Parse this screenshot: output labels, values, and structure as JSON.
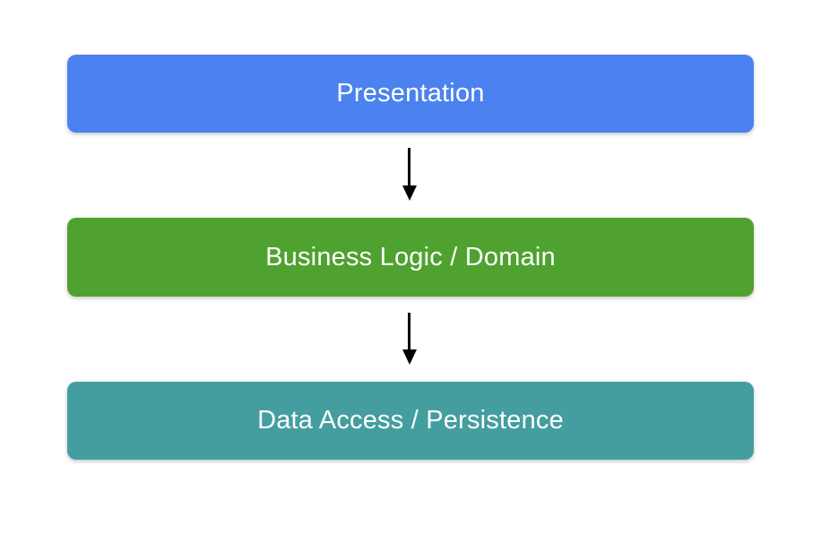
{
  "diagram": {
    "type": "layered-architecture-flow",
    "background_color": "#ffffff",
    "text_color": "#ffffff",
    "arrow_color": "#000000",
    "layers": [
      {
        "id": "presentation",
        "label": "Presentation",
        "color": "#4B82F0"
      },
      {
        "id": "business-logic",
        "label": "Business Logic / Domain",
        "color": "#4FA22F"
      },
      {
        "id": "data-access",
        "label": "Data Access / Persistence",
        "color": "#449EA0"
      }
    ],
    "connections": [
      {
        "from": "presentation",
        "to": "business-logic",
        "direction": "down"
      },
      {
        "from": "business-logic",
        "to": "data-access",
        "direction": "down"
      }
    ]
  }
}
